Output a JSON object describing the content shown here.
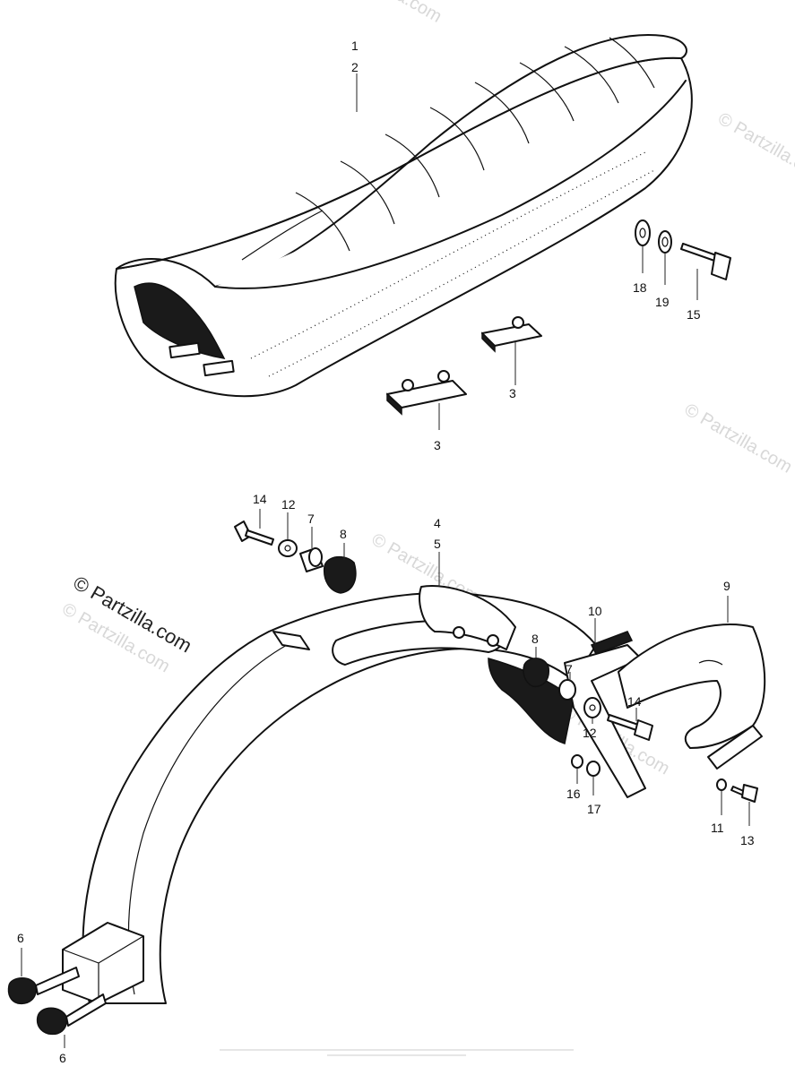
{
  "watermark": {
    "text": "© Partzilla.com",
    "prominent_text": "© Partzilla.com"
  },
  "callouts": [
    {
      "id": "c1",
      "label": "1"
    },
    {
      "id": "c2",
      "label": "2"
    },
    {
      "id": "c3a",
      "label": "3"
    },
    {
      "id": "c3b",
      "label": "3"
    },
    {
      "id": "c18",
      "label": "18"
    },
    {
      "id": "c19",
      "label": "19"
    },
    {
      "id": "c15",
      "label": "15"
    },
    {
      "id": "c14a",
      "label": "14"
    },
    {
      "id": "c12a",
      "label": "12"
    },
    {
      "id": "c7a",
      "label": "7"
    },
    {
      "id": "c8a",
      "label": "8"
    },
    {
      "id": "c4",
      "label": "4"
    },
    {
      "id": "c5",
      "label": "5"
    },
    {
      "id": "c9",
      "label": "9"
    },
    {
      "id": "c10",
      "label": "10"
    },
    {
      "id": "c8b",
      "label": "8"
    },
    {
      "id": "c7b",
      "label": "7"
    },
    {
      "id": "c14b",
      "label": "14"
    },
    {
      "id": "c12b",
      "label": "12"
    },
    {
      "id": "c16",
      "label": "16"
    },
    {
      "id": "c17",
      "label": "17"
    },
    {
      "id": "c11",
      "label": "11"
    },
    {
      "id": "c13",
      "label": "13"
    },
    {
      "id": "c6a",
      "label": "6"
    },
    {
      "id": "c6b",
      "label": "6"
    }
  ],
  "colors": {
    "ink": "#111111",
    "paper": "#ffffff",
    "watermark": "#d8d8d8"
  }
}
